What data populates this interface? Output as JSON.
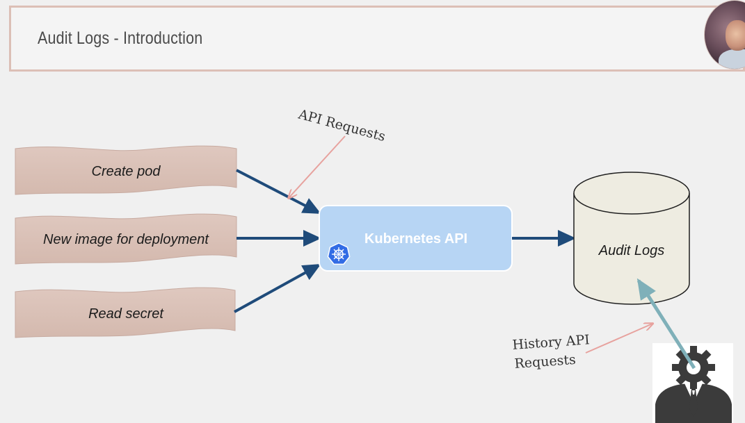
{
  "header": {
    "title": "Audit Logs - Introduction"
  },
  "diagram": {
    "requests": [
      {
        "label": "Create pod"
      },
      {
        "label": "New image for deployment"
      },
      {
        "label": "Read secret"
      }
    ],
    "api_box": {
      "label": "Kubernetes API",
      "icon": "kubernetes-helm-icon"
    },
    "storage": {
      "label": "Audit Logs",
      "icon": "cylinder-database"
    },
    "annotations": {
      "api_requests": "API Requests",
      "history_line1": "History API",
      "history_line2": "Requests"
    },
    "actor": {
      "icon": "person-gear-icon"
    }
  },
  "colors": {
    "request_box": "#dcc3b9",
    "api_box": "#b7d5f4",
    "arrow": "#1f4b7a",
    "annotation_arrow": "#e7a29e",
    "history_arrow": "#7fb0b9",
    "cylinder": "#eeece1",
    "header_border": "#dcbfb6",
    "kubernetes": "#326ce5"
  }
}
